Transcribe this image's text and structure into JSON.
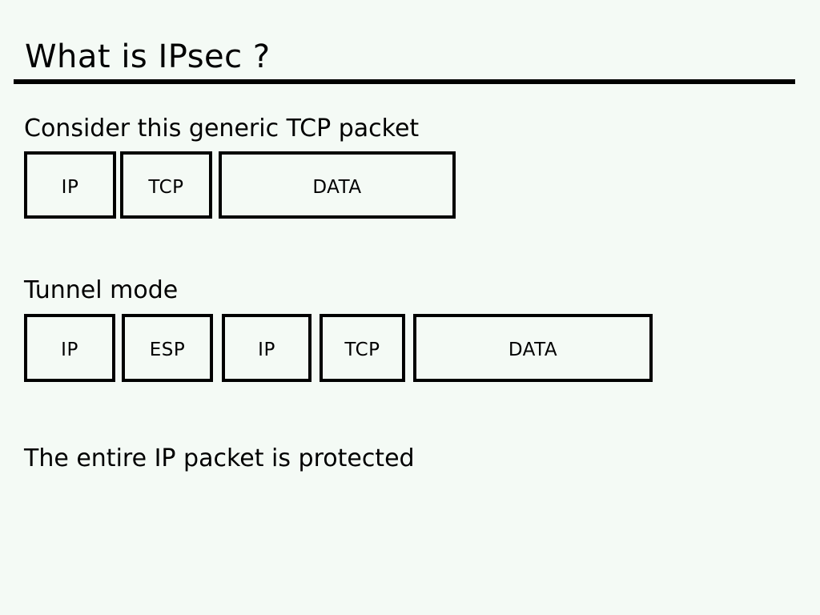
{
  "slide": {
    "title": "What is IPsec ?",
    "sections": [
      {
        "caption": "Consider this generic TCP packet",
        "boxes": [
          {
            "label": "IP"
          },
          {
            "label": "TCP"
          },
          {
            "label": "DATA"
          }
        ]
      },
      {
        "caption": "Tunnel mode",
        "boxes": [
          {
            "label": "IP"
          },
          {
            "label": "ESP"
          },
          {
            "label": "IP"
          },
          {
            "label": "TCP"
          },
          {
            "label": "DATA"
          }
        ]
      }
    ],
    "footer": "The entire IP packet is protected"
  },
  "colors": {
    "background": "#f4faf5",
    "text": "#000000",
    "rule": "#000000",
    "box_border": "#000000"
  }
}
